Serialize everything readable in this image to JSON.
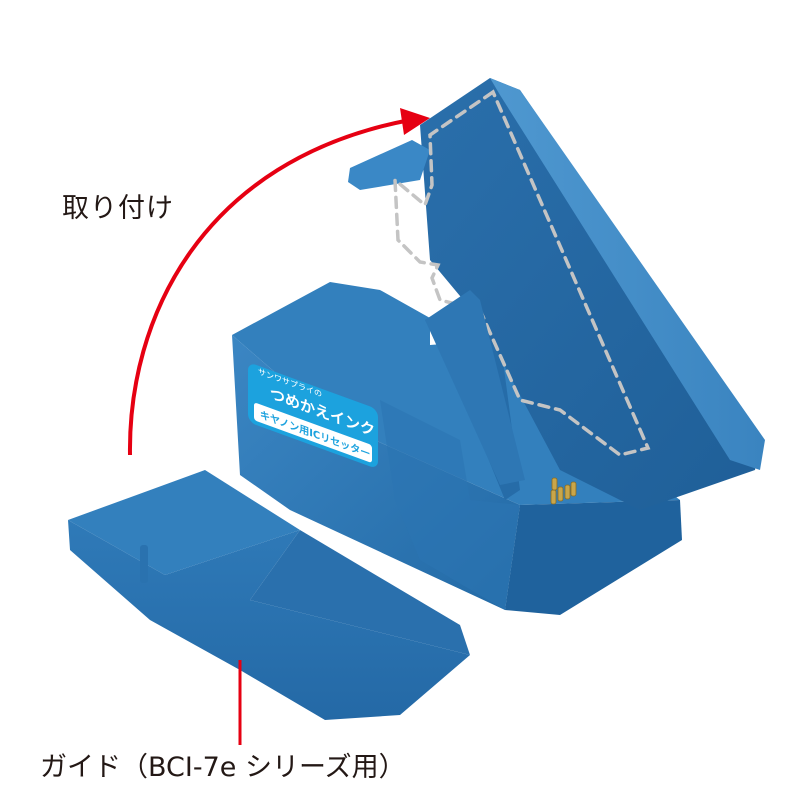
{
  "annotations": {
    "install_label": "取り付け",
    "guide_label": "ガイド（BCI-7e シリーズ用）"
  },
  "product_sticker": {
    "brand": "サンワサプライの",
    "title": "つめかえインク",
    "subtitle": "キヤノン用ICリセッター"
  },
  "colors": {
    "body_blue": "#2f7ab8",
    "body_dark": "#1f5e96",
    "body_light": "#4a94cc",
    "arrow_red": "#e60012",
    "sticker_bg": "#1aa0dc",
    "dashed_outline": "#bdbdbd",
    "text": "#231815"
  }
}
